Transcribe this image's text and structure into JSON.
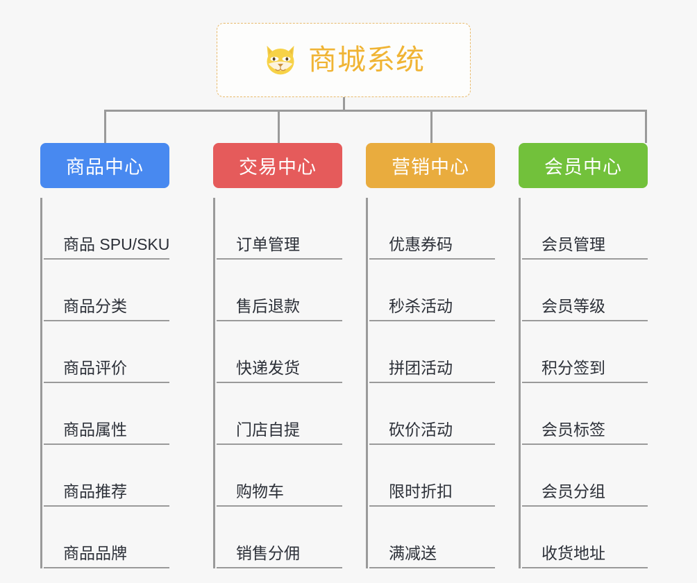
{
  "root": {
    "title": "商城系统",
    "icon": "shiba-dog-face-icon",
    "border_color": "#e8b96a",
    "text_color": "#f0b434"
  },
  "connector_color": "#9a9a9a",
  "background_color": "#f7f7f7",
  "branches": [
    {
      "label": "商品中心",
      "color": "#4889f0",
      "items": [
        "商品 SPU/SKU",
        "商品分类",
        "商品评价",
        "商品属性",
        "商品推荐",
        "商品品牌"
      ]
    },
    {
      "label": "交易中心",
      "color": "#e55b5b",
      "items": [
        "订单管理",
        "售后退款",
        "快递发货",
        "门店自提",
        "购物车",
        "销售分佣"
      ]
    },
    {
      "label": "营销中心",
      "color": "#e9ac3e",
      "items": [
        "优惠券码",
        "秒杀活动",
        "拼团活动",
        "砍价活动",
        "限时折扣",
        "满减送"
      ]
    },
    {
      "label": "会员中心",
      "color": "#72c13b",
      "items": [
        "会员管理",
        "会员等级",
        "积分签到",
        "会员标签",
        "会员分组",
        "收货地址"
      ]
    }
  ],
  "layout": {
    "branch_x": [
      58,
      307,
      527,
      747
    ],
    "branch_width": [
      186,
      186,
      186,
      186
    ],
    "drop_x": [
      150,
      400,
      620,
      929
    ]
  }
}
